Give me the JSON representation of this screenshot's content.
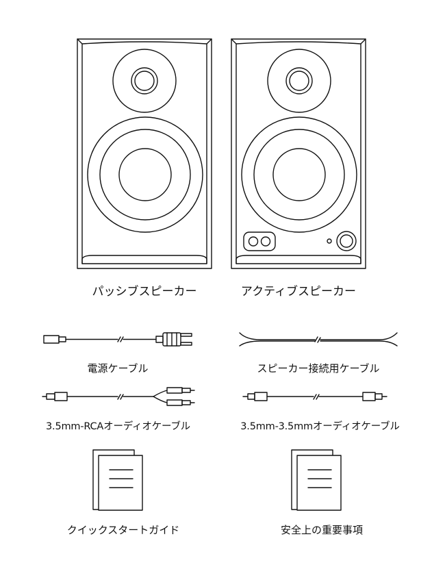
{
  "items": {
    "passive_speaker": "パッシブスピーカー",
    "active_speaker": "アクティブスピーカー",
    "power_cable": "電源ケーブル",
    "speaker_cable": "スピーカー接続用ケーブル",
    "rca_cable": "3.5mm-RCAオーディオケーブル",
    "aux_cable": "3.5mm-3.5mmオーディオケーブル",
    "quick_start_guide": "クイックスタートガイド",
    "safety_info": "安全上の重要事項"
  }
}
